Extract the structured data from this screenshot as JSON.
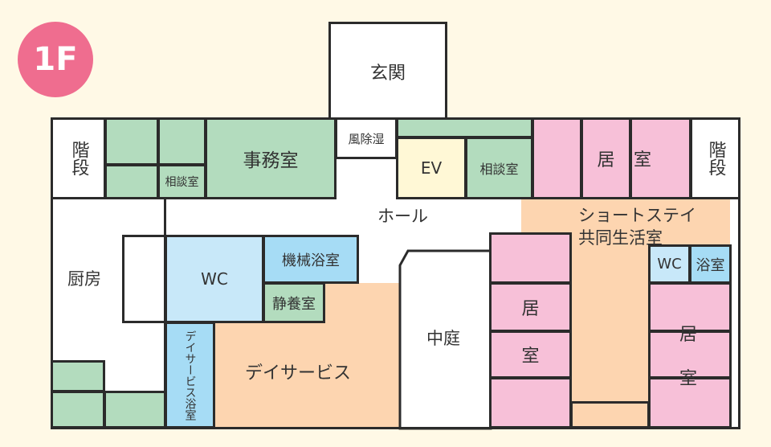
{
  "floor_badge": "1F",
  "colors": {
    "staff": "#b3dcbe",
    "residential": "#f7c0d8",
    "bath": "#a6dcf5",
    "wc": "#c8e8f9",
    "common": "#fdd5b0",
    "elevator": "#fff8d6",
    "badge": "#ef6d8f"
  },
  "rooms": {
    "entrance": "玄関",
    "stairs_left": "階段",
    "stairs_right": "階段",
    "consult_left": "相談室",
    "office": "事務室",
    "windbreak": "風除湿",
    "ev": "EV",
    "consult_right": "相談室",
    "resident_top_a": "居",
    "resident_top_b": "室",
    "hall": "ホール",
    "kitchen": "厨房",
    "wc_center": "WC",
    "machine_bath": "機械浴室",
    "rest_room": "静養室",
    "day_bath": "デイサービス浴室",
    "day_service": "デイサービス",
    "courtyard": "中庭",
    "short_stay_line1": "ショートステイ",
    "short_stay_line2": "共同生活室",
    "resident_mid_a": "居",
    "resident_mid_b": "室",
    "wc_right": "WC",
    "bath_right": "浴室",
    "resident_right_a": "居",
    "resident_right_b": "室"
  }
}
